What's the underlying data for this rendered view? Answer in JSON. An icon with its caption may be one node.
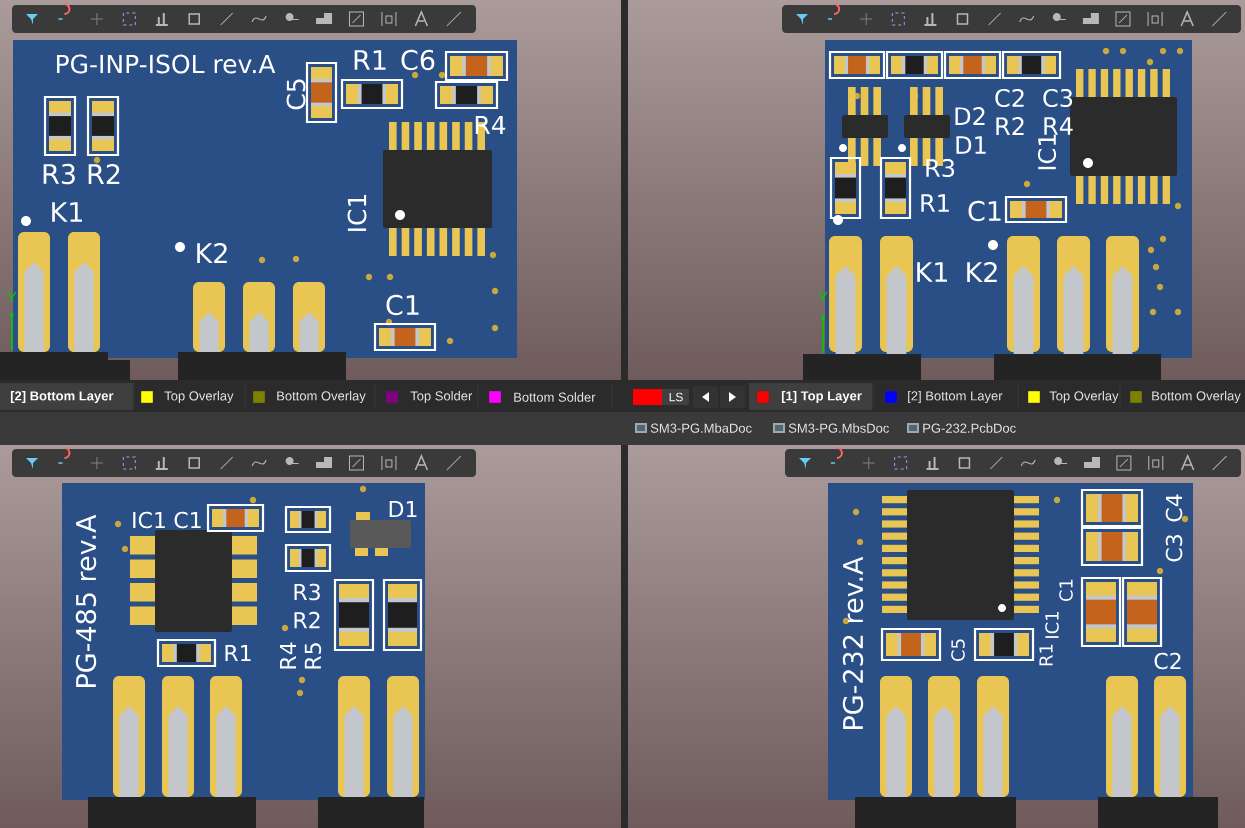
{
  "diagram": {
    "labels": [
      "PG-INP-ISOL rev.A",
      "R1",
      "C6",
      "C5",
      "R4",
      "R3",
      "R2",
      "IC1",
      "K1",
      "K2",
      "C1",
      "Y",
      "C2",
      "C3",
      "D2",
      "R2",
      "R4",
      "D1",
      "R3",
      "IC1",
      "R1",
      "C1",
      "K1",
      "K2",
      "Y",
      "[2] Bottom Layer",
      "LS",
      "SM3-PG.MbaDoc",
      "SM3-PG.MbsDoc",
      "PG-232.PcbDoc",
      "PG-485 rev.A",
      "IC1",
      "C1",
      "D1",
      "R3",
      "R2",
      "R4",
      "R5",
      "R1",
      "PG-232 rev.A",
      "C4",
      "C3",
      "C1",
      "IC1",
      "C5",
      "R1",
      "C2"
    ],
    "legend": [
      {
        "text": "Top Overlay",
        "color": "#ffff00"
      },
      {
        "text": "Bottom Overlay",
        "color": "#808000"
      },
      {
        "text": "Top Solder",
        "color": "#800080"
      },
      {
        "text": "Bottom Solder",
        "color": "#ff00ff"
      },
      {
        "text": "[1] Top Layer",
        "color": "#ff0000"
      },
      {
        "text": "[2] Bottom Layer",
        "color": "#0000ff"
      },
      {
        "text": "Top Overlay",
        "color": "#ffff00"
      },
      {
        "text": "Bottom Overlay",
        "color": "#808000"
      }
    ]
  }
}
